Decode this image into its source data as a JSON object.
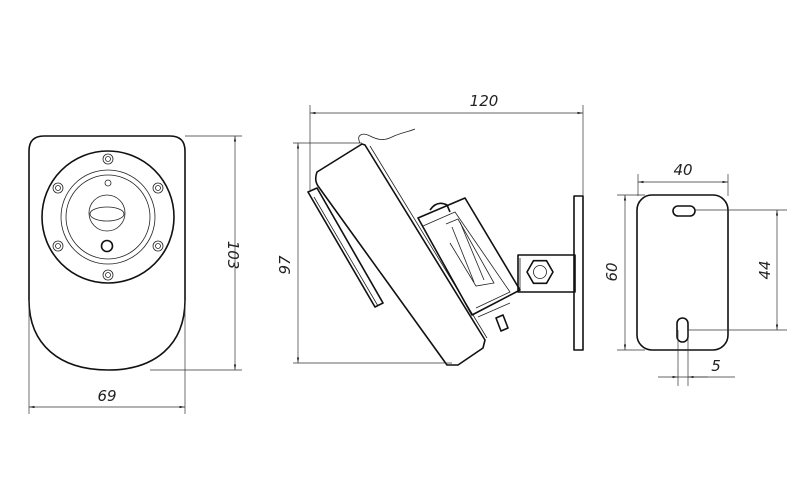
{
  "dimensions": {
    "front_width": "69",
    "front_height": "103",
    "side_length": "120",
    "side_height": "97",
    "plate_width": "40",
    "plate_height": "60",
    "hole_spacing": "44",
    "slot_width": "5"
  },
  "colors": {
    "line": "#111111",
    "background": "#ffffff"
  }
}
